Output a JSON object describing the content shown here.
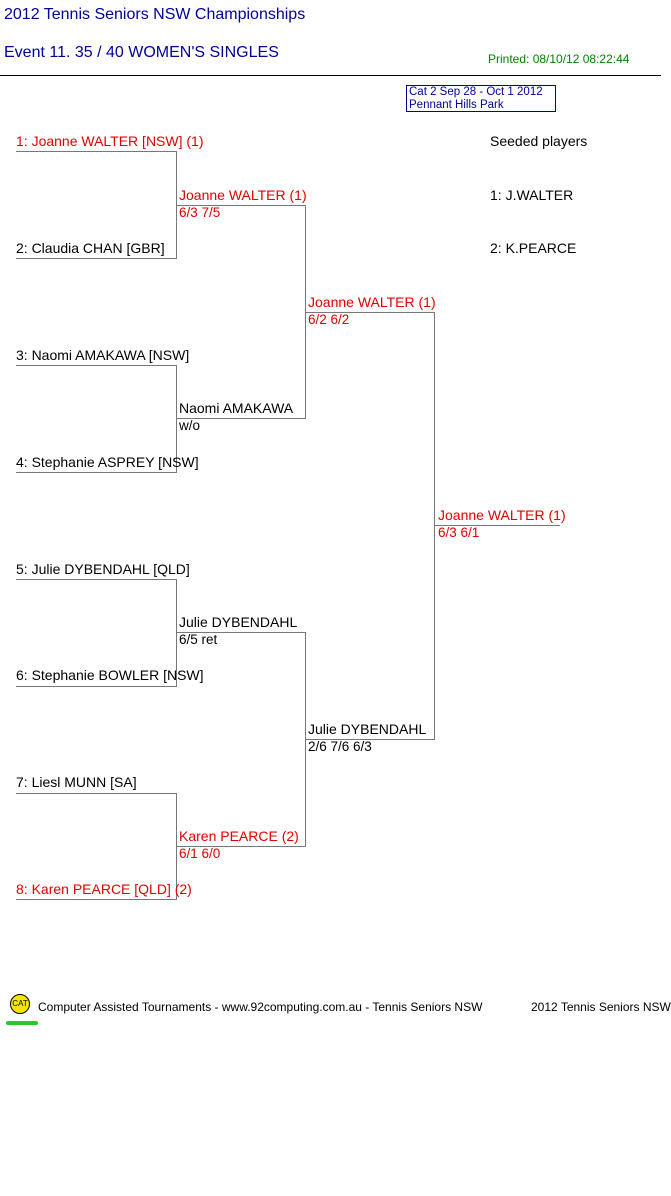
{
  "header": {
    "title": "2012 Tennis Seniors NSW Championships",
    "event": "Event 11. 35 / 40 WOMEN'S SINGLES",
    "printed": "Printed: 08/10/12 08:22:44"
  },
  "category": {
    "line1": "Cat 2   Sep 28 - Oct 1 2012",
    "line2": "Pennant Hills Park"
  },
  "seeds": {
    "heading": "Seeded players",
    "list": [
      "1: J.WALTER",
      "2: K.PEARCE"
    ]
  },
  "round1": [
    {
      "name": "1: Joanne WALTER [NSW] (1)",
      "seeded": true
    },
    {
      "name": "2: Claudia CHAN [GBR]",
      "seeded": false
    },
    {
      "name": "3: Naomi AMAKAWA [NSW]",
      "seeded": false
    },
    {
      "name": "4: Stephanie ASPREY [NSW]",
      "seeded": false
    },
    {
      "name": "5: Julie DYBENDAHL [QLD]",
      "seeded": false
    },
    {
      "name": "6: Stephanie BOWLER [NSW]",
      "seeded": false
    },
    {
      "name": "7: Liesl MUNN [SA]",
      "seeded": false
    },
    {
      "name": "8: Karen PEARCE [QLD] (2)",
      "seeded": true
    }
  ],
  "round2": [
    {
      "name": "Joanne WALTER (1)",
      "score": "6/3 7/5",
      "seeded": true
    },
    {
      "name": "Naomi AMAKAWA",
      "score": "w/o",
      "seeded": false
    },
    {
      "name": "Julie DYBENDAHL",
      "score": "6/5 ret",
      "seeded": false
    },
    {
      "name": "Karen PEARCE (2)",
      "score": "6/1 6/0",
      "seeded": true
    }
  ],
  "semis": [
    {
      "name": "Joanne WALTER (1)",
      "score": "6/2 6/2",
      "seeded": true
    },
    {
      "name": "Julie DYBENDAHL",
      "score": "2/6 7/6 6/3",
      "seeded": false
    }
  ],
  "final": {
    "name": "Joanne WALTER (1)",
    "score": "6/3 6/1",
    "seeded": true
  },
  "footer": {
    "logo": "CAT",
    "text": "Computer Assisted Tournaments - www.92computing.com.au -  Tennis Seniors NSW",
    "right": "2012 Tennis Seniors NSW"
  }
}
